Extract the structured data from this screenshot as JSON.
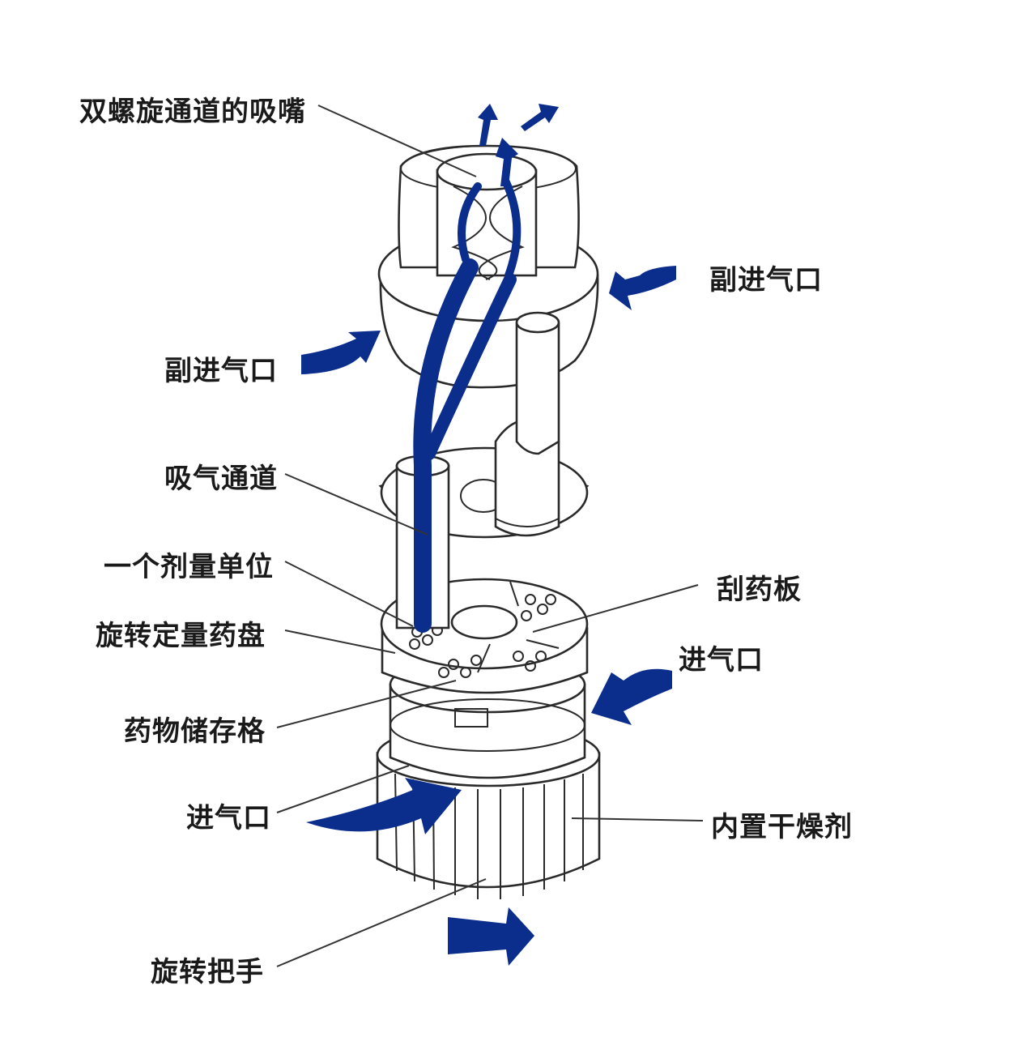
{
  "labels": {
    "mouthpiece": "双螺旋通道的吸嘴",
    "aux_inlet_right": "副进气口",
    "aux_inlet_left": "副进气口",
    "inhale_channel": "吸气通道",
    "one_dose_unit": "一个剂量单位",
    "rotary_dose_disc": "旋转定量药盘",
    "scraper": "刮药板",
    "air_inlet_right": "进气口",
    "drug_storage": "药物储存格",
    "air_inlet_left": "进气口",
    "desiccant": "内置干燥剂",
    "rotary_grip": "旋转把手"
  },
  "colors": {
    "flow": "#0b2d8c",
    "outline": "#2a2a2a",
    "text": "#1a1a1a"
  }
}
